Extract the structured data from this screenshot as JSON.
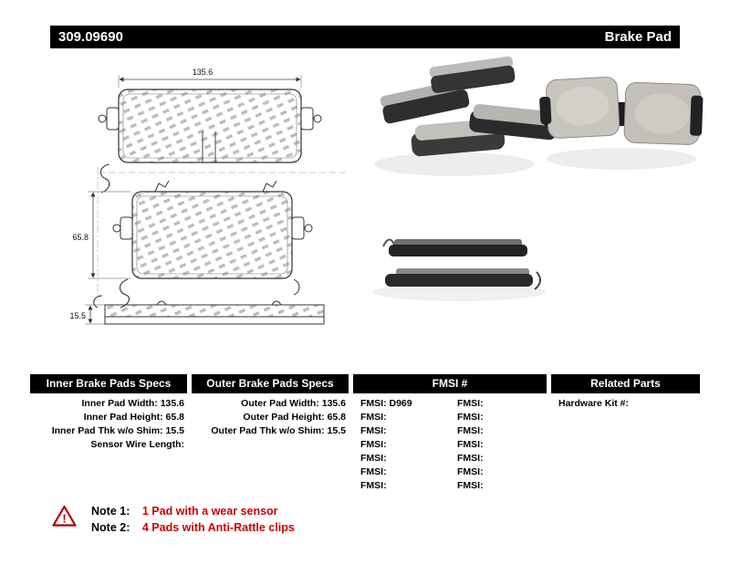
{
  "header": {
    "part_number": "309.09690",
    "title": "Brake Pad"
  },
  "drawing": {
    "width_dim": "135.6",
    "height_dim": "65.8",
    "thickness_dim": "15.5"
  },
  "table": {
    "inner": {
      "header": "Inner Brake Pads Specs",
      "rows": [
        "Inner Pad Width: 135.6",
        "Inner Pad Height: 65.8",
        "Inner Pad Thk w/o Shim: 15.5",
        "Sensor Wire Length:"
      ]
    },
    "outer": {
      "header": "Outer Brake Pads Specs",
      "rows": [
        "Outer Pad Width: 135.6",
        "Outer Pad Height: 65.8",
        "Outer Pad Thk w/o Shim: 15.5"
      ]
    },
    "fmsi": {
      "header": "FMSI #",
      "left": [
        "FMSI: D969",
        "FMSI:",
        "FMSI:",
        "FMSI:",
        "FMSI:",
        "FMSI:",
        "FMSI:"
      ],
      "right": [
        "FMSI:",
        "FMSI:",
        "FMSI:",
        "FMSI:",
        "FMSI:",
        "FMSI:",
        "FMSI:"
      ]
    },
    "related": {
      "header": "Related Parts",
      "rows": [
        "Hardware Kit #:"
      ]
    }
  },
  "notes": [
    {
      "label": "Note 1:",
      "text": "1 Pad with a wear sensor"
    },
    {
      "label": "Note 2:",
      "text": "4 Pads with Anti-Rattle clips"
    }
  ],
  "colors": {
    "accent_red": "#cc0000",
    "header_bg": "#000000",
    "header_fg": "#ffffff"
  }
}
